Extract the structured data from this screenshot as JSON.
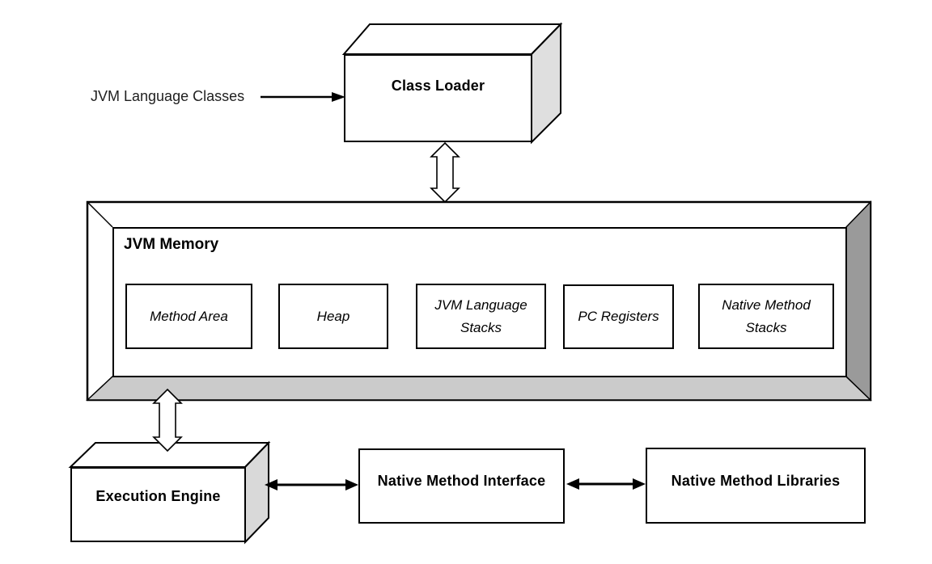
{
  "diagram": {
    "title": "JVM architecture diagram",
    "labels": {
      "input": "JVM Language Classes",
      "class_loader": "Class Loader",
      "jvm_memory": "JVM Memory",
      "execution_engine": "Execution Engine",
      "native_method_interface": "Native Method Interface",
      "native_method_libraries": "Native Method Libraries"
    },
    "memory_boxes": [
      {
        "label": "Method Area"
      },
      {
        "label": "Heap"
      },
      {
        "label": "JVM Language Stacks"
      },
      {
        "label": "PC Registers"
      },
      {
        "label": "Native Method Stacks"
      }
    ],
    "connections": [
      {
        "from": "JVM Language Classes",
        "to": "Class Loader",
        "style": "single-arrow"
      },
      {
        "from": "Class Loader",
        "to": "JVM Memory",
        "style": "hollow-double-arrow"
      },
      {
        "from": "JVM Memory",
        "to": "Execution Engine",
        "style": "hollow-double-arrow"
      },
      {
        "from": "Execution Engine",
        "to": "Native Method Interface",
        "style": "double-arrow"
      },
      {
        "from": "Native Method Interface",
        "to": "Native Method Libraries",
        "style": "double-arrow"
      }
    ],
    "colors": {
      "background": "#ffffff",
      "stroke": "#000000",
      "box_side_light_gray": "#dfdfdf",
      "execution_side_gray": "#d9d9d9",
      "frame_bottom_gray": "#cbcbcb",
      "frame_right_gray": "#9a9a9a"
    }
  }
}
